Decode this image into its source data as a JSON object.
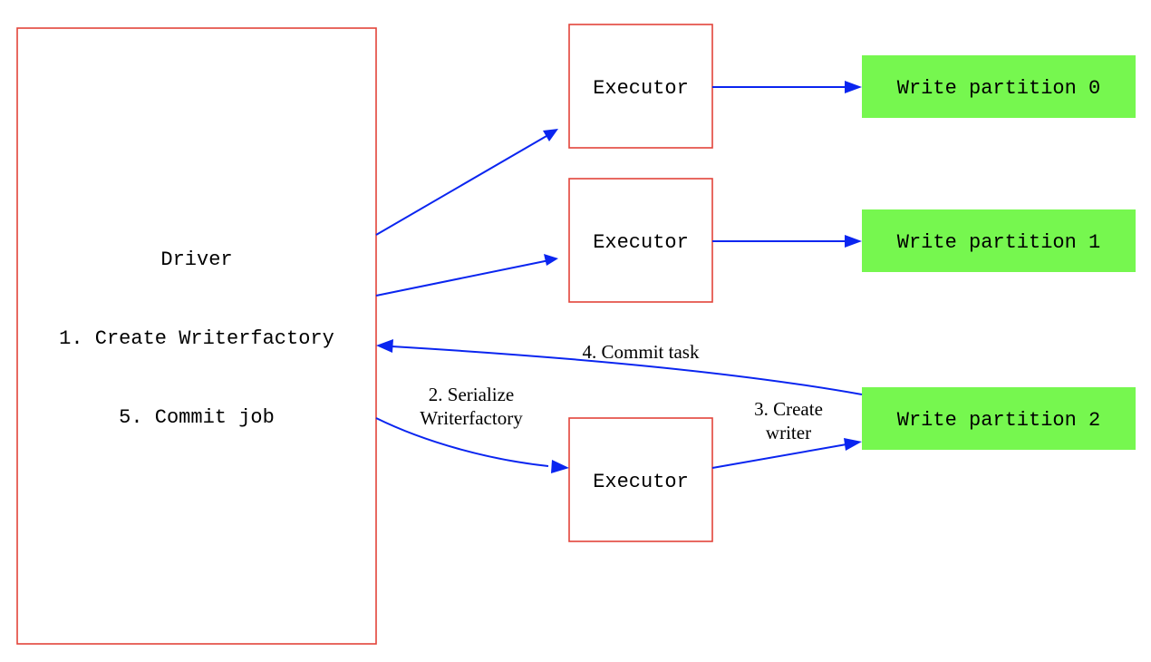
{
  "diagram": {
    "driver": {
      "title": "Driver",
      "step_create": "1. Create Writerfactory",
      "step_commit_job": "5. Commit job"
    },
    "executors": [
      {
        "label": "Executor"
      },
      {
        "label": "Executor"
      },
      {
        "label": "Executor"
      }
    ],
    "partitions": [
      {
        "label": "Write partition 0"
      },
      {
        "label": "Write partition 1"
      },
      {
        "label": "Write partition 2"
      }
    ],
    "edge_labels": {
      "commit_task": "4. Commit task",
      "serialize_line1": "2. Serialize",
      "serialize_line2": "Writerfactory",
      "create_writer_line1": "3. Create",
      "create_writer_line2": "writer"
    },
    "colors": {
      "node_border": "#e3443a",
      "partition_fill": "#76f74f",
      "edge": "#0a25f0"
    }
  }
}
